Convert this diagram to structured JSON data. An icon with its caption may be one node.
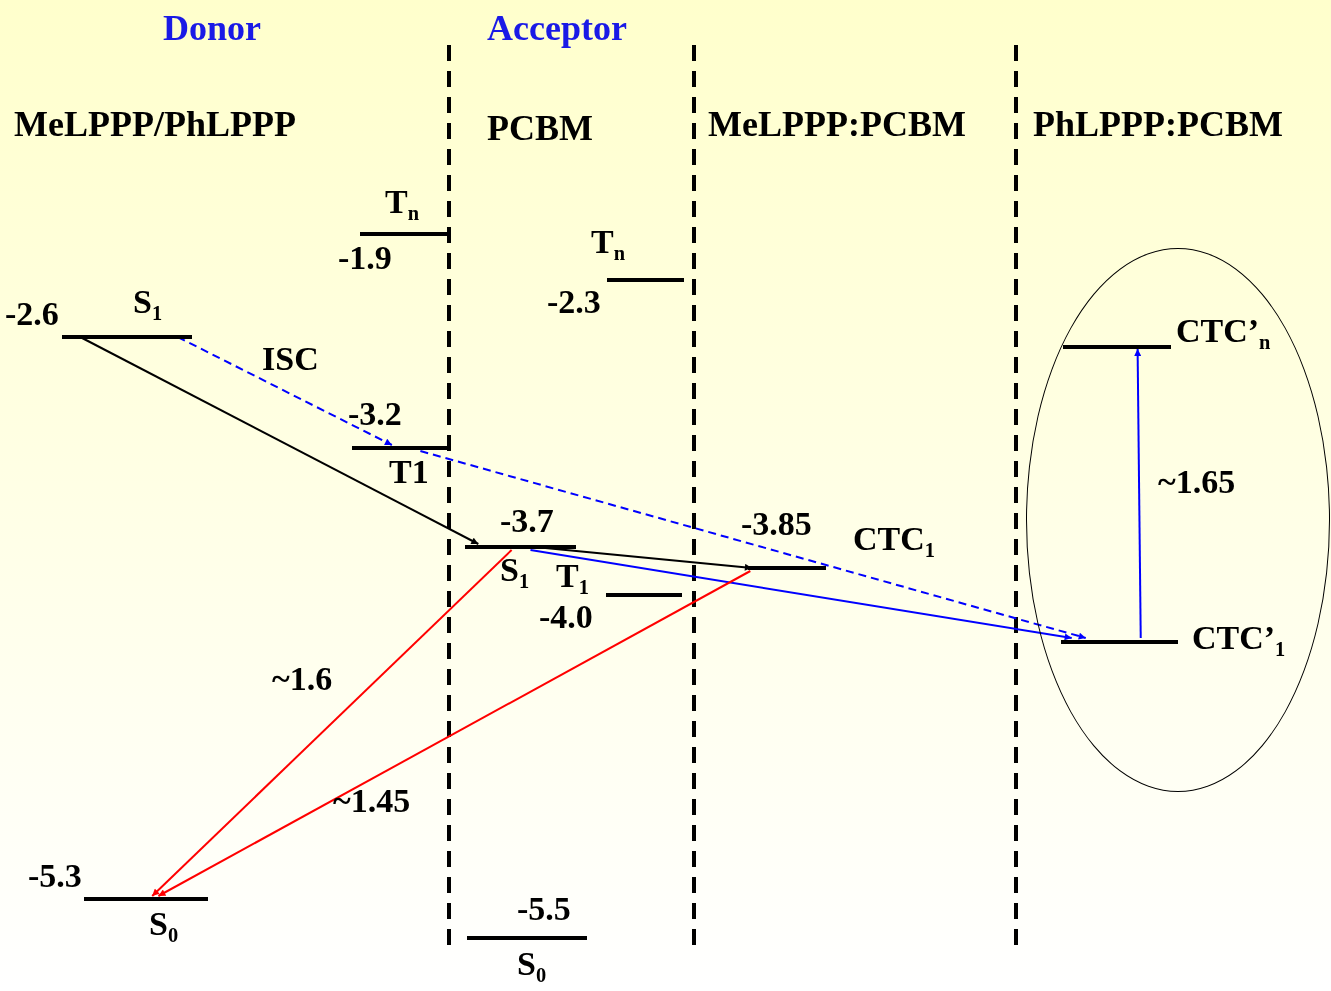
{
  "diagram": {
    "nodes": [
      {
        "text": [
          "S$_{1}$"
        ],
        "beside": [
          "-2.6"
        ]
      },
      {
        "text": [
          "T$_{n}$"
        ],
        "beside": [
          "-1.9"
        ]
      },
      {
        "text": [
          "T1"
        ],
        "beside": [
          "-3.2"
        ]
      },
      {
        "text": [
          "S$_{0}$"
        ],
        "beside": [
          "-5.3"
        ]
      },
      {
        "text": [
          "T$_{n}$"
        ],
        "beside": [
          "-2.3"
        ]
      },
      {
        "text": [
          "S$_{1}$"
        ],
        "beside": [
          "-3.7"
        ]
      },
      {
        "text": [
          "T$_{1}$"
        ],
        "beside": [
          "-4.0"
        ]
      },
      {
        "text": [
          "S$_{0}$"
        ],
        "beside": [
          "-5.5"
        ]
      },
      {
        "text": [
          "CTC$_{1}$"
        ],
        "beside": [
          "-3.85"
        ]
      },
      {
        "text": [],
        "shape": "ellipse"
      },
      {
        "text": [
          "CTC’$_{n}$"
        ],
        "in": 9
      },
      {
        "text": [
          "CTC’$_{1}$"
        ],
        "in": 9
      }
    ],
    "edges": [
      {
        "from": 0,
        "to": 5,
        "arrow": "to",
        "color": "#000000"
      },
      {
        "from": 0,
        "to": 2,
        "arrow": "to",
        "label": "ISC",
        "style": "dashed",
        "color": "#0000ff"
      },
      {
        "from": 2,
        "to": 11,
        "arrow": "to",
        "style": "dashed",
        "color": "#0000ff"
      },
      {
        "from": 5,
        "to": 8,
        "arrow": "to",
        "color": "#000000"
      },
      {
        "from": 5,
        "to": 11,
        "arrow": "to",
        "color": "#0000ff"
      },
      {
        "from": 5,
        "to": 3,
        "arrow": "to",
        "label": "~1.6",
        "color": "#ff0000"
      },
      {
        "from": 8,
        "to": 3,
        "arrow": "to",
        "label": "~1.45",
        "color": "#ff0000"
      },
      {
        "from": 11,
        "to": 10,
        "arrow": "to",
        "label": "~1.65",
        "color": "#0000ff"
      }
    ],
    "labels": [
      "Donor",
      "Acceptor",
      "MeLPPP/PhLPPP",
      "PCBM",
      "MeLPPP:PCBM",
      "PhLPPP:PCBM"
    ]
  }
}
